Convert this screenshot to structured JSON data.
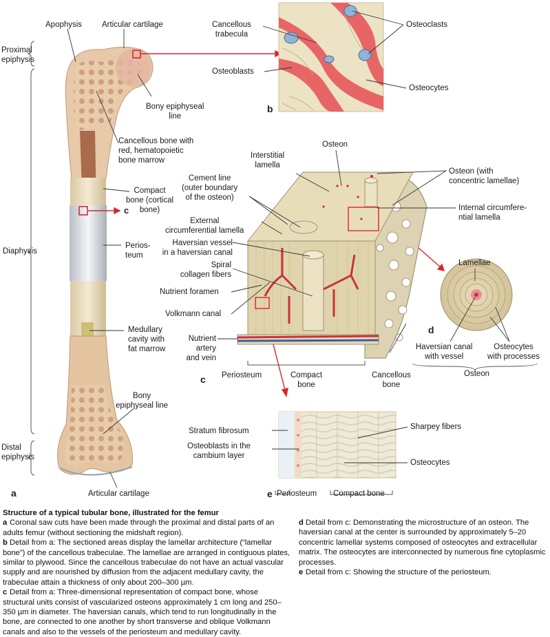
{
  "panels": {
    "a": "a",
    "b": "b",
    "c_small": "c",
    "c": "c",
    "d": "d",
    "e": "e"
  },
  "labels": {
    "apophysis": "Apophysis",
    "articular_cartilage_top": "Articular cartilage",
    "proximal_epiphysis": [
      "Proximal",
      "epiphysis"
    ],
    "bony_epiphyseal_line_top": [
      "Bony epiphyseal",
      "line"
    ],
    "cancellous_red": [
      "Cancellous bone with",
      "red, hematopoietic",
      "bone marrow"
    ],
    "compact_bone_cortical": [
      "Compact",
      "bone (cortical",
      "bone)"
    ],
    "diaphysis": "Diaphysis",
    "periosteum_a": [
      "Perios-",
      "teum"
    ],
    "medullary": [
      "Medullary",
      "cavity with",
      "fat marrow"
    ],
    "bony_epiphyseal_line_bottom": [
      "Bony",
      "epiphyseal line"
    ],
    "distal_epiphysis": [
      "Distal",
      "epiphysis"
    ],
    "articular_cartilage_bottom": "Articular cartilage",
    "cancellous_trabecula": [
      "Cancellous",
      "trabecula"
    ],
    "osteoclasts": "Osteoclasts",
    "osteoblasts_b": "Osteoblasts",
    "osteocytes_b": "Osteocytes",
    "osteon": "Osteon",
    "interstitial_lamella": [
      "Interstitial",
      "lamella"
    ],
    "cement_line": [
      "Cement line",
      "(outer boundary",
      "of the osteon)"
    ],
    "osteon_concentric": [
      "Osteon (with",
      "concentric lamellae)"
    ],
    "internal_circ": [
      "Internal circumfere-",
      "ntial lamella"
    ],
    "external_circ": [
      "External",
      "circumferential lamella"
    ],
    "haversian_vessel": [
      "Haversian vessel",
      "in a haversian canal"
    ],
    "spiral_collagen": [
      "Spiral",
      "collagen fibers"
    ],
    "nutrient_foramen": "Nutrient foramen",
    "volkmann": "Volkmann canal",
    "nutrient_artery": [
      "Nutrient",
      "artery",
      "and vein"
    ],
    "periosteum_c": "Periosteum",
    "compact_bone_c": [
      "Compact",
      "bone"
    ],
    "cancellous_bone_c": [
      "Cancellous",
      "bone"
    ],
    "lamellae": "Lamellae",
    "haversian_canal_d": [
      "Haversian canal",
      "with vessel"
    ],
    "osteocytes_d": [
      "Osteocytes",
      "with processes"
    ],
    "osteon_d": "Osteon",
    "stratum_fibrosum": "Stratum fibrosum",
    "osteoblasts_cambium": [
      "Osteoblasts in the",
      "cambium layer"
    ],
    "sharpey": "Sharpey fibers",
    "osteocytes_e": "Osteocytes",
    "periosteum_e": "Periosteum",
    "compact_bone_e": "Compact bone"
  },
  "caption": {
    "title": "Structure of a typical tubular bone, illustrated for the femur",
    "a": "Coronal saw cuts have been made through the proximal and distal parts of an adults femur (without sectioning the midshaft region).",
    "b": "Detail from a: The sectioned areas display the lamellar architecture (“lamellar bone”) of the cancellous trabeculae. The lamellae are arranged in contiguous plates, similar to plywood. Since the cancellous trabeculae do not have an actual vascular supply and are nourished by diffusion from the adjacent medullary cavity, the trabeculae attain a thickness of only about 200–300 µm.",
    "c": "Detail from a: Three-dimensional representation of compact bone, whose structural units consist of vascularized osteons approximately 1 cm long and 250–350 µm in diameter. The haversian canals, which tend to run longitudinally in the bone, are connected to one another by short transverse and oblique Volkmann canals and also to the vessels of the periosteum and medullary cavity.",
    "d": "Detail from c: Demonstrating the microstructure of an osteon. The haversian canal at the center is surrounded by approximately 5–20 concentric lamellar systems composed of osteocytes and extracellular matrix. The osteocytes are interconnected by numerous fine cytoplasmic processes.",
    "e": "Detail from c: Showing the structure of the periosteum."
  },
  "colors": {
    "accent": "#d9262e",
    "bone": "#efe3c0",
    "marrow": "#e3a89a",
    "vessel": "#c8323a",
    "vein": "#3a5da8",
    "line": "#333333"
  }
}
